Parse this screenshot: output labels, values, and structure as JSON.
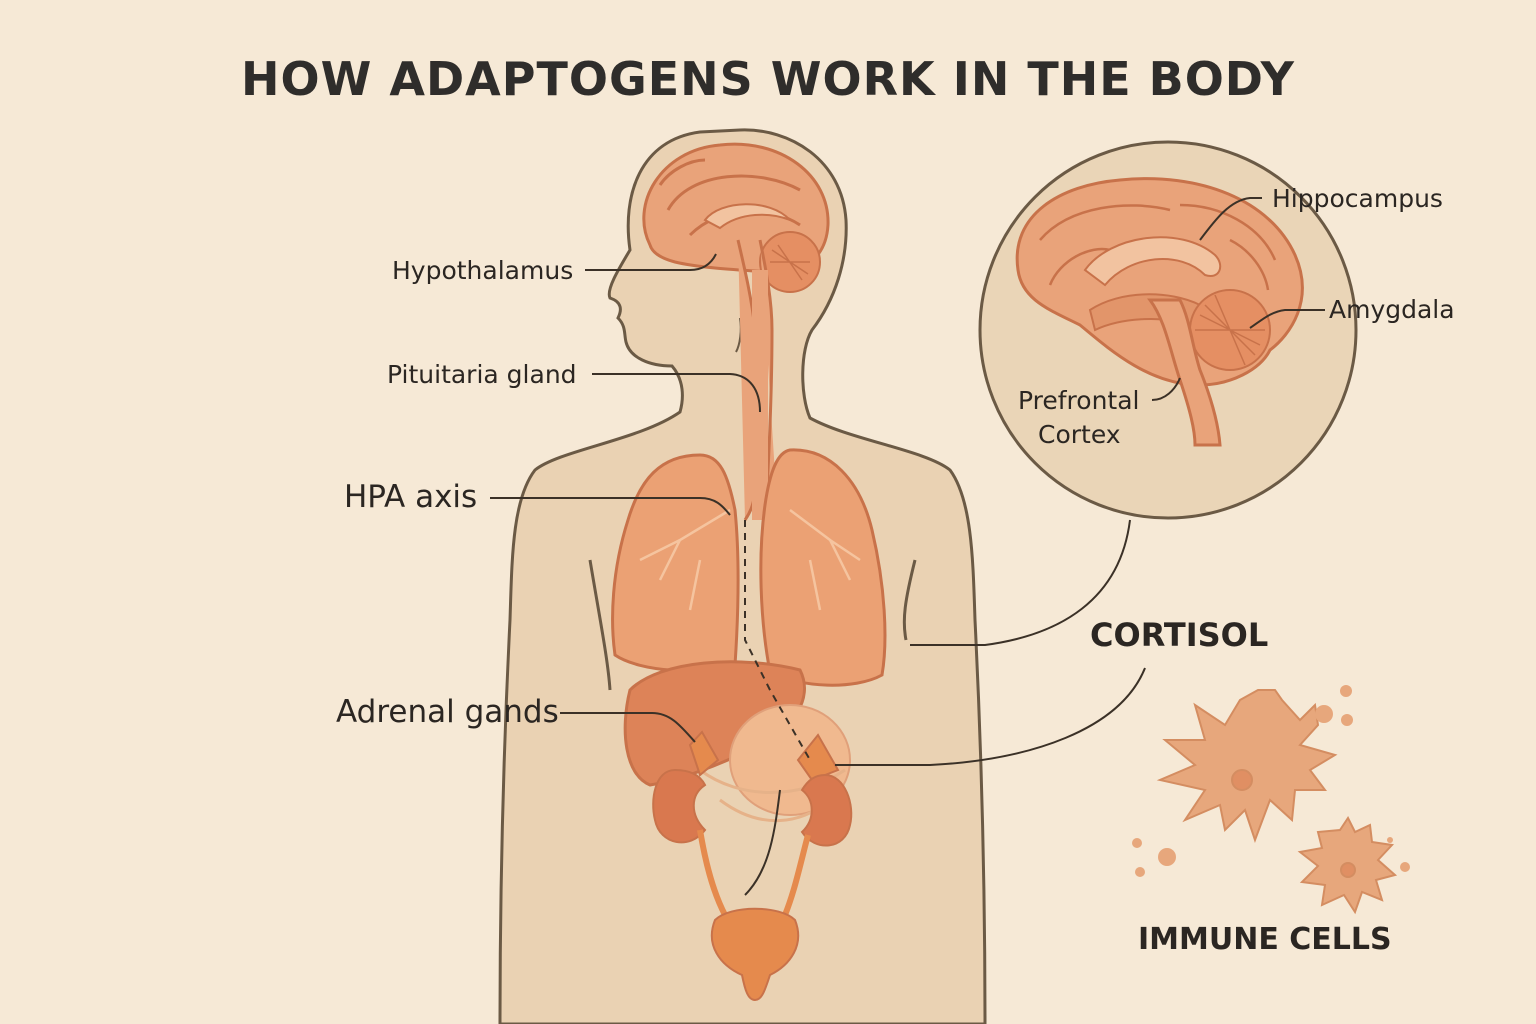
{
  "title": "HOW ADAPTOGENS WORK IN THE BODY",
  "labels": {
    "hypothalamus": "Hypothalamus",
    "pituitary": "Pituitaria  gland",
    "hpa_axis": "HPA axis",
    "adrenal": "Adrenal gands",
    "hippocampus": "Hippocampus",
    "amygdala": "Amygdala",
    "prefrontal_line1": "Prefrontal",
    "prefrontal_line2": "Cortex",
    "cortisol": "CORTISOL",
    "immune_cells": "IMMUNE CELLS"
  },
  "colors": {
    "background": "#f6e9d6",
    "body_fill": "#ead2b3",
    "outline": "#6b5a45",
    "organ": "#e9a37a",
    "organ_dark": "#d9784f",
    "text": "#2b2622"
  }
}
